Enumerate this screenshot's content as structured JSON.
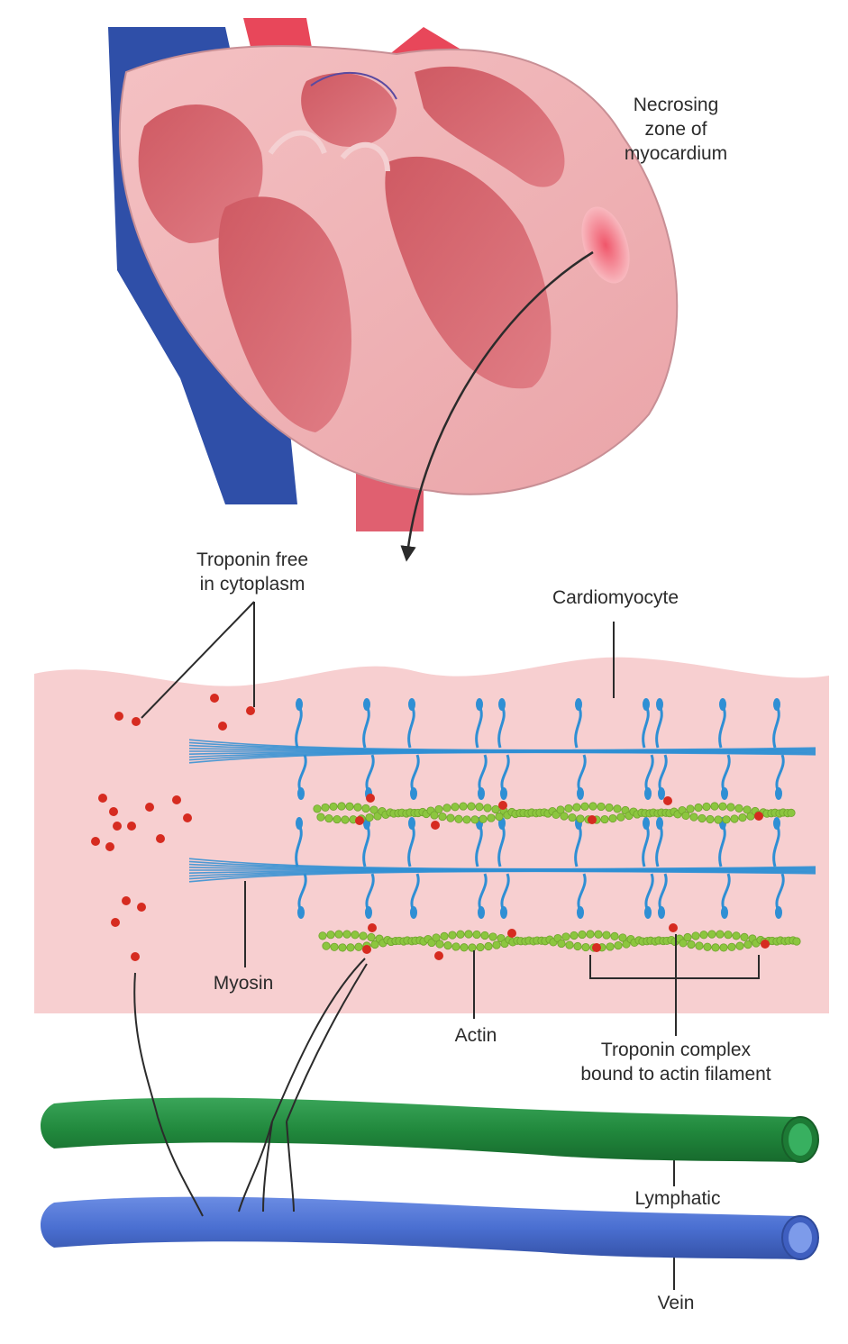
{
  "labels": {
    "necrosis": [
      "Necrosing",
      "zone of",
      "myocardium"
    ],
    "troponin_free": [
      "Troponin free",
      "in cytoplasm"
    ],
    "cardiomyocyte": "Cardiomyocyte",
    "myosin": "Myosin",
    "actin": "Actin",
    "troponin_complex": [
      "Troponin complex",
      "bound to actin filament"
    ],
    "lymphatic": "Lymphatic",
    "vein": "Vein"
  },
  "colors": {
    "heart_wall": "#f2b5b8",
    "heart_muscle": "#d96a72",
    "artery": "#e8475a",
    "vein_blue": "#3355b3",
    "necrosis": "#f06272",
    "cytoplasm": "#f7cfd0",
    "myosin": "#2f8fd4",
    "actin": "#8cc63f",
    "troponin_dot": "#d62b20",
    "lymphatic": "#22893d",
    "vein_vessel": "#4a6fd1"
  },
  "icons": [
    "heart-cross-section-illustration",
    "sarcomere-filaments-illustration",
    "vessel-tube-illustration"
  ]
}
